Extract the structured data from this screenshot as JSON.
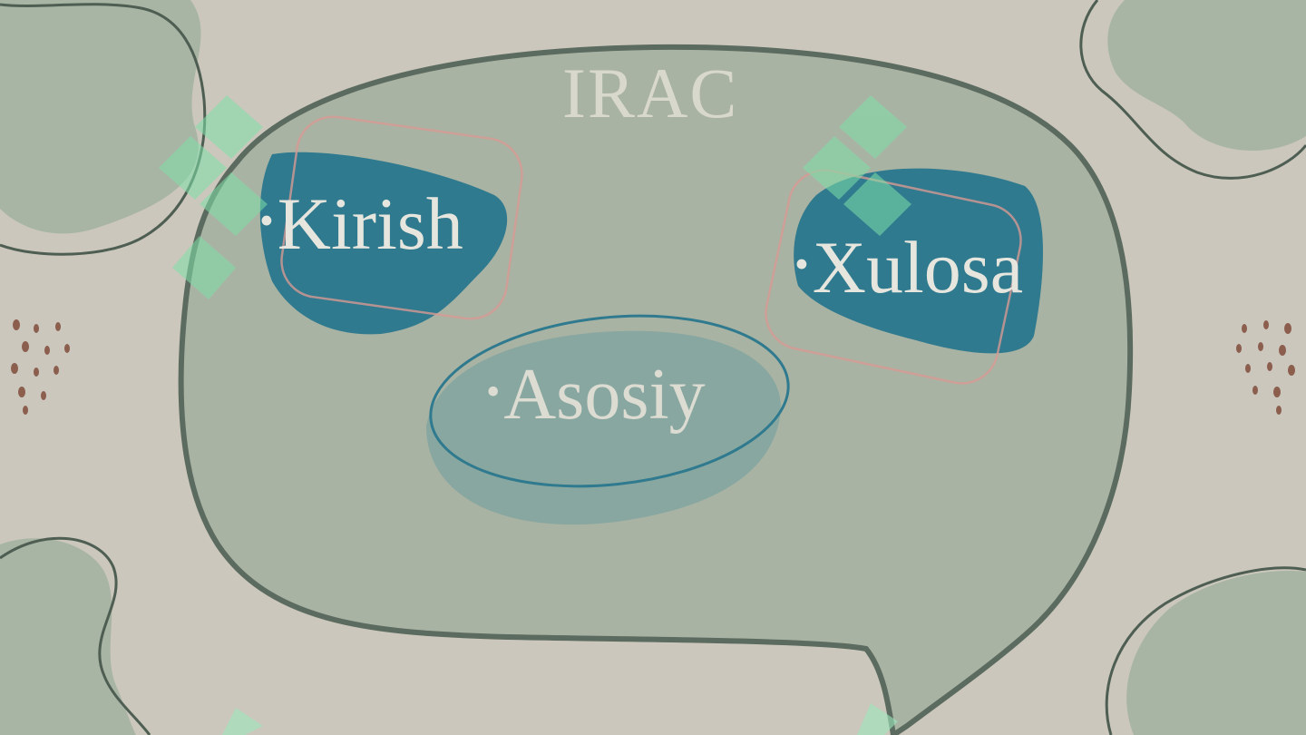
{
  "colors": {
    "background": "#cbc7bc",
    "bubble": "#a9b3a4",
    "bubble_outline": "#5c6b5f",
    "corner_blob": "#a8b5a5",
    "teal_patch": "#2f7a8e",
    "pink_outline": "#d79a94",
    "dots": "#8b5e4e",
    "watermark": "#7fe0a8"
  },
  "icons": [
    "watermark-logo-icon",
    "speech-bubble-icon",
    "dot-pattern-icon"
  ],
  "slide": {
    "title": "IRAC",
    "items": [
      {
        "bullet": "•",
        "label": "Kirish"
      },
      {
        "bullet": "•",
        "label": "Asosiy"
      },
      {
        "bullet": "•",
        "label": "Xulosa"
      }
    ]
  }
}
